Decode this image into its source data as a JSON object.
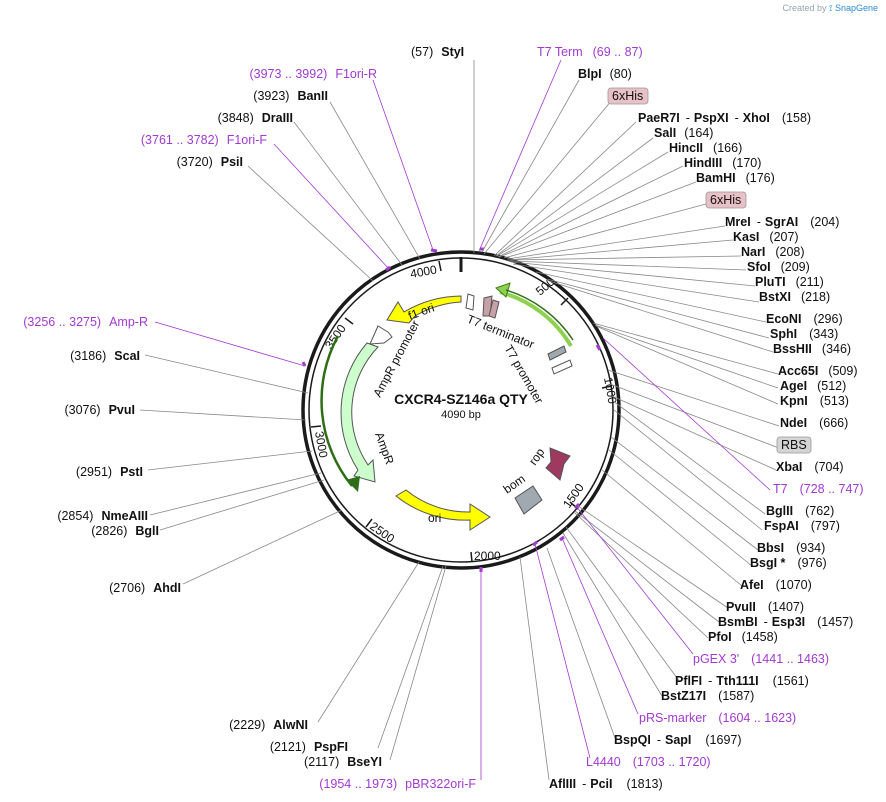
{
  "credit": {
    "prefix": "Created by",
    "brand": "SnapGene"
  },
  "plasmid": {
    "name": "CXCR4-SZ146a QTY",
    "size": "4090 bp"
  },
  "ticks": [
    "500",
    "1000",
    "1500",
    "2000",
    "2500",
    "3000",
    "3500",
    "4000"
  ],
  "features": {
    "f1_ori": "f1 ori",
    "ampr_promoter": "AmpR promoter",
    "ampr": "AmpR",
    "ori": "ori",
    "bom": "bom",
    "rop": "rop",
    "t7_terminator": "T7 terminator",
    "t7_promoter": "T7 promoter"
  },
  "labels": [
    {
      "id": "styi",
      "pos": "(57)",
      "name": "StyI"
    },
    {
      "id": "t7term",
      "name": "T7 Term",
      "range": "(69 .. 87)"
    },
    {
      "id": "blpi",
      "name": "BlpI",
      "pos": "(80)"
    },
    {
      "id": "his1",
      "tag": "6xHis"
    },
    {
      "id": "paer7i",
      "parts": [
        "PaeR7I",
        "PspXI",
        "XhoI"
      ],
      "pos": "(158)"
    },
    {
      "id": "sali",
      "name": "SalI",
      "pos": "(164)"
    },
    {
      "id": "hincii",
      "name": "HincII",
      "pos": "(166)"
    },
    {
      "id": "hindiii",
      "name": "HindIII",
      "pos": "(170)"
    },
    {
      "id": "bamhi",
      "name": "BamHI",
      "pos": "(176)"
    },
    {
      "id": "his2",
      "tag": "6xHis"
    },
    {
      "id": "mrei",
      "parts": [
        "MreI",
        "SgrAI"
      ],
      "pos": "(204)"
    },
    {
      "id": "kasi",
      "name": "KasI",
      "pos": "(207)"
    },
    {
      "id": "nari",
      "name": "NarI",
      "pos": "(208)"
    },
    {
      "id": "sfoi",
      "name": "SfoI",
      "pos": "(209)"
    },
    {
      "id": "pluti",
      "name": "PluTI",
      "pos": "(211)"
    },
    {
      "id": "bstxi",
      "name": "BstXI",
      "pos": "(218)"
    },
    {
      "id": "econi",
      "name": "EcoNI",
      "pos": "(296)"
    },
    {
      "id": "sphi",
      "name": "SphI",
      "pos": "(343)"
    },
    {
      "id": "bsshii",
      "name": "BssHII",
      "pos": "(346)"
    },
    {
      "id": "acc65i",
      "name": "Acc65I",
      "pos": "(509)"
    },
    {
      "id": "agei",
      "name": "AgeI",
      "pos": "(512)"
    },
    {
      "id": "kpni",
      "name": "KpnI",
      "pos": "(513)"
    },
    {
      "id": "ndei",
      "name": "NdeI",
      "pos": "(666)"
    },
    {
      "id": "rbs",
      "tag": "RBS"
    },
    {
      "id": "xbai",
      "name": "XbaI",
      "pos": "(704)"
    },
    {
      "id": "t7",
      "name": "T7",
      "range": "(728 .. 747)"
    },
    {
      "id": "bglii",
      "name": "BglII",
      "pos": "(762)"
    },
    {
      "id": "fspai",
      "name": "FspAI",
      "pos": "(797)"
    },
    {
      "id": "bbsi",
      "name": "BbsI",
      "pos": "(934)"
    },
    {
      "id": "bsgi",
      "name": "BsgI *",
      "pos": "(976)"
    },
    {
      "id": "afei",
      "name": "AfeI",
      "pos": "(1070)"
    },
    {
      "id": "pvuii",
      "name": "PvuII",
      "pos": "(1407)"
    },
    {
      "id": "bsmbi",
      "parts": [
        "BsmBI",
        "Esp3I"
      ],
      "pos": "(1457)"
    },
    {
      "id": "pfoi",
      "name": "PfoI",
      "pos": "(1458)"
    },
    {
      "id": "pgex3",
      "name": "pGEX 3'",
      "range": "(1441 .. 1463)"
    },
    {
      "id": "pflfi",
      "parts": [
        "PflFI",
        "Tth111I"
      ],
      "pos": "(1561)"
    },
    {
      "id": "bstz17i",
      "name": "BstZ17I",
      "pos": "(1587)"
    },
    {
      "id": "prsmarker",
      "name": "pRS-marker",
      "range": "(1604 .. 1623)"
    },
    {
      "id": "bspqi",
      "parts": [
        "BspQI",
        "SapI"
      ],
      "pos": "(1697)"
    },
    {
      "id": "l4440",
      "name": "L4440",
      "range": "(1703 .. 1720)"
    },
    {
      "id": "afliii",
      "parts": [
        "AflIII",
        "PciI"
      ],
      "pos": "(1813)"
    },
    {
      "id": "pbr322",
      "range": "(1954 .. 1973)",
      "name": "pBR322ori-F"
    },
    {
      "id": "bseyi",
      "pos": "(2117)",
      "name": "BseYI"
    },
    {
      "id": "pspfi",
      "pos": "(2121)",
      "name": "PspFI"
    },
    {
      "id": "alwni",
      "pos": "(2229)",
      "name": "AlwNI"
    },
    {
      "id": "ahdi",
      "pos": "(2706)",
      "name": "AhdI"
    },
    {
      "id": "bgli",
      "pos": "(2826)",
      "name": "BglI"
    },
    {
      "id": "nmeaiii",
      "pos": "(2854)",
      "name": "NmeAIII"
    },
    {
      "id": "psti",
      "pos": "(2951)",
      "name": "PstI"
    },
    {
      "id": "pvui",
      "pos": "(3076)",
      "name": "PvuI"
    },
    {
      "id": "scai",
      "pos": "(3186)",
      "name": "ScaI"
    },
    {
      "id": "ampr_primer",
      "range": "(3256 .. 3275)",
      "name": "Amp-R"
    },
    {
      "id": "psii",
      "pos": "(3720)",
      "name": "PsiI"
    },
    {
      "id": "f1orif",
      "range": "(3761 .. 3782)",
      "name": "F1ori-F"
    },
    {
      "id": "draiii",
      "pos": "(3848)",
      "name": "DraIII"
    },
    {
      "id": "banii",
      "pos": "(3923)",
      "name": "BanII"
    },
    {
      "id": "f1orir",
      "range": "(3973 .. 3992)",
      "name": "F1ori-R"
    }
  ],
  "colors": {
    "backbone": "#1a1a1a",
    "primer": "#a23ad0",
    "f1_ori": "#ffff00",
    "ori": "#ffff00",
    "ampr": "#ccffcc",
    "promoter": "#ffffff",
    "terminator": "#c8a0a8",
    "t7_promoter_arrow": "#8fd14f",
    "rop": "#9e3a5f",
    "bom": "#a0a8b0",
    "tag_fill": "#e8c0c8"
  }
}
